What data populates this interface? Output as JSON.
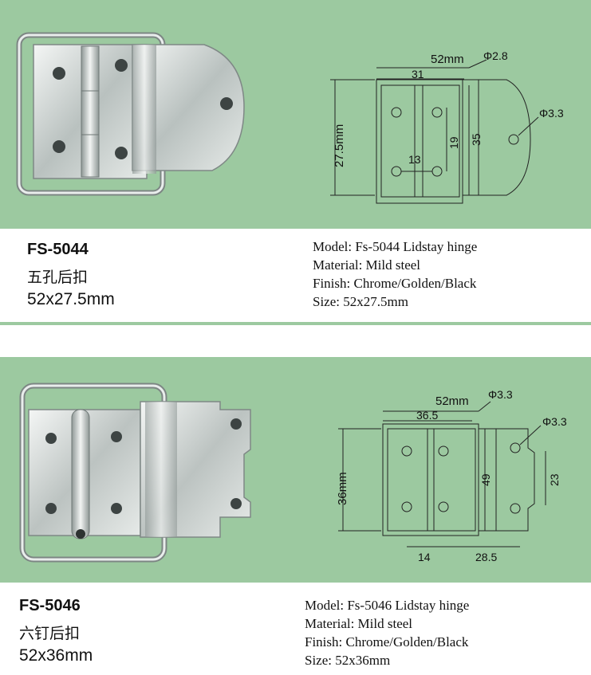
{
  "products": [
    {
      "code": "FS-5044",
      "cn_name": "五孔后扣",
      "size_label": "52x27.5mm",
      "specs": {
        "model": "Model: Fs-5044 Lidstay hinge",
        "material": "Material: Mild steel",
        "finish": "Finish: Chrome/Golden/Black",
        "size": "Size: 52x27.5mm"
      },
      "dims": {
        "overall": "52mm",
        "hole_small": "Φ2.8",
        "hole_large": "Φ3.3",
        "plate_width": "31",
        "height": "27.5mm",
        "gap": "13",
        "hole_spacing": "19",
        "side_height": "35"
      }
    },
    {
      "code": "FS-5046",
      "cn_name": "六钉后扣",
      "size_label": "52x36mm",
      "specs": {
        "model": "Model: Fs-5046 Lidstay hinge",
        "material": "Material: Mild steel",
        "finish": "Finish: Chrome/Golden/Black",
        "size": "Size: 52x36mm"
      },
      "dims": {
        "overall": "52mm",
        "hole_small": "Φ3.3",
        "hole_large": "Φ3.3",
        "plate_width": "36.5",
        "height": "36mm",
        "hole_spacing": "49",
        "side_height": "23",
        "gap": "14",
        "right_span": "28.5"
      }
    }
  ],
  "colors": {
    "band": "#9cc9a0",
    "steel": "#cfd5d3"
  }
}
